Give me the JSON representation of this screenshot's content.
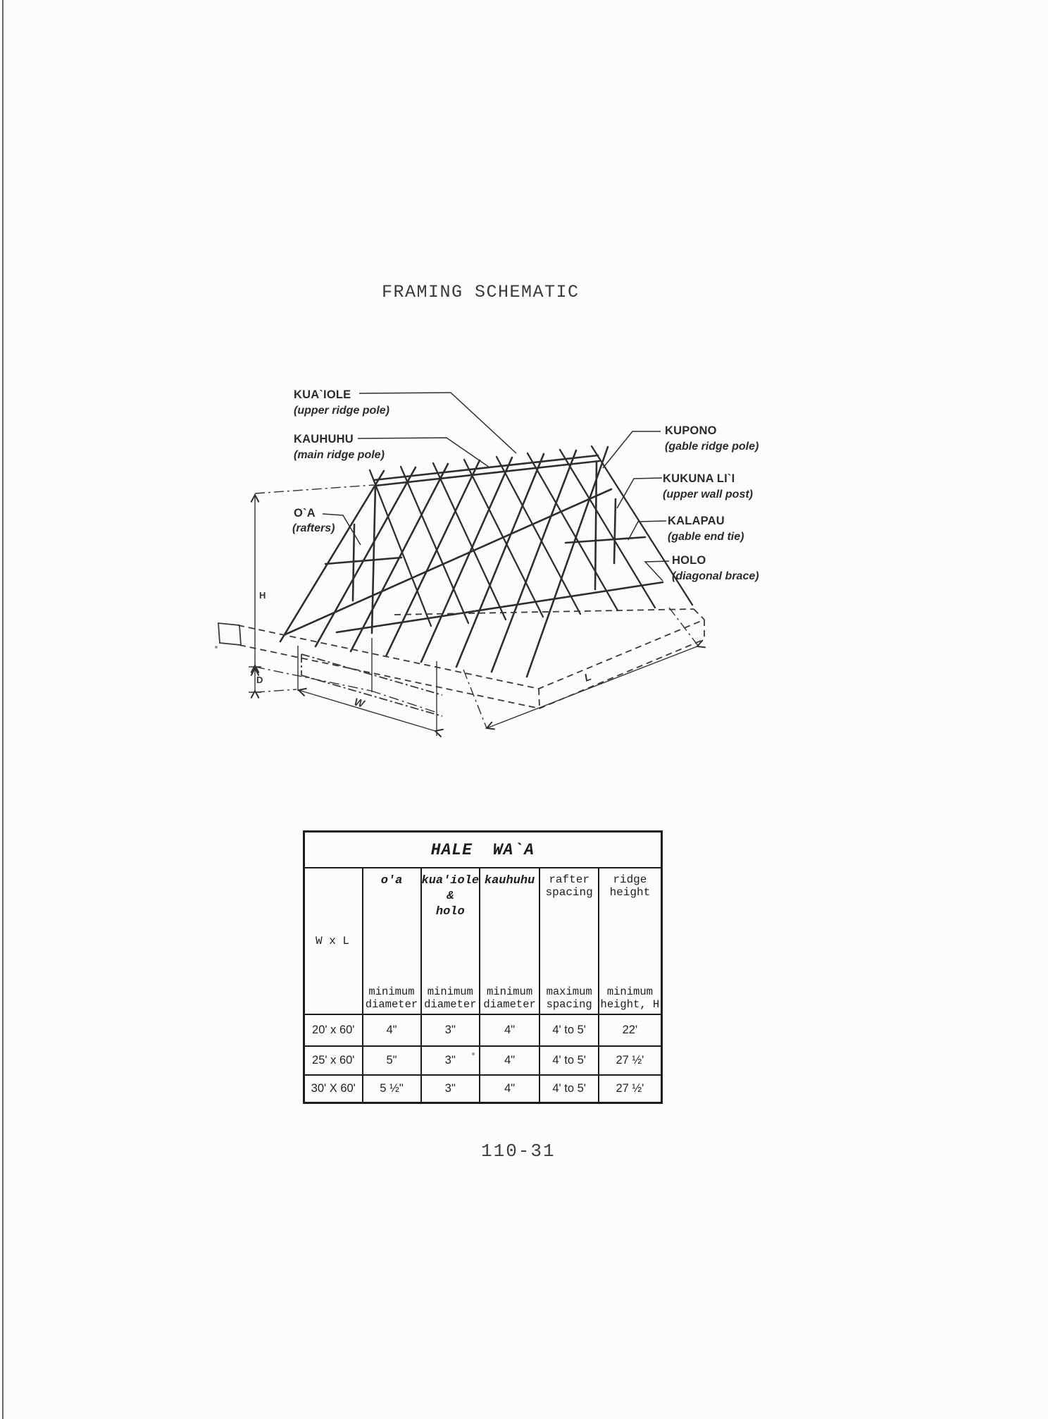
{
  "page": {
    "title": "FRAMING SCHEMATIC",
    "number": "110-31"
  },
  "diagram": {
    "labels": {
      "kuaiole": {
        "name": "KUA`IOLE",
        "desc": "(upper ridge pole)"
      },
      "kauhuhu": {
        "name": "KAUHUHU",
        "desc": "(main ridge pole)"
      },
      "oa": {
        "name": "O`A",
        "desc": "(rafters)"
      },
      "kupono": {
        "name": "KUPONO",
        "desc": "(gable ridge pole)"
      },
      "kukuna_lii": {
        "name": "KUKUNA LI`I",
        "desc": "(upper wall post)"
      },
      "kalapau": {
        "name": "KALAPAU",
        "desc": "(gable end tie)"
      },
      "holo": {
        "name": "HOLO",
        "desc": "(diagonal brace)"
      }
    },
    "dims": {
      "h": "H",
      "d": "D",
      "w": "W",
      "l": "L"
    }
  },
  "table": {
    "title": "HALE WA`A",
    "corner": "W x L",
    "columns": [
      {
        "name": "o'a",
        "sub": "minimum\ndiameter"
      },
      {
        "name": "kua'iole\n&\nholo",
        "sub": "minimum\ndiameter"
      },
      {
        "name": "kauhuhu",
        "sub": "minimum\ndiameter"
      },
      {
        "name": "rafter\nspacing",
        "sub": "maximum\nspacing"
      },
      {
        "name": "ridge\nheight",
        "sub": "minimum\nheight, H"
      }
    ],
    "rows": [
      {
        "size": "20' x 60'",
        "oa": "4\"",
        "kuaiole": "3\"",
        "kauhuhu": "4\"",
        "spacing": "4' to 5'",
        "height": "22'"
      },
      {
        "size": "25' x 60'",
        "oa": "5\"",
        "kuaiole": "3\"",
        "kauhuhu": "4\"",
        "spacing": "4' to 5'",
        "height": "27 ½'"
      },
      {
        "size": "30' X 60'",
        "oa": "5 ½\"",
        "kuaiole": "3\"",
        "kauhuhu": "4\"",
        "spacing": "4' to 5'",
        "height": "27 ½'"
      }
    ]
  }
}
